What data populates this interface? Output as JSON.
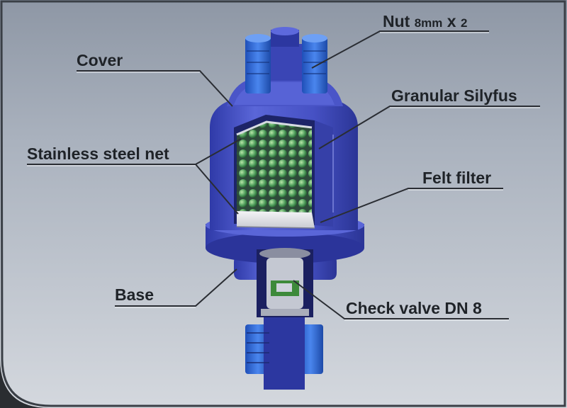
{
  "labels": {
    "nut_main": "Nut ",
    "nut_size": "8mm",
    "nut_times": " x ",
    "nut_count": "2",
    "cover": "Cover",
    "granular": "Granular Silyfus",
    "stainless": "Stainless steel net",
    "felt": "Felt filter",
    "base": "Base",
    "check_valve": "Check valve DN 8"
  },
  "colors": {
    "body_blue": "#4a55c8",
    "fitting_blue": "#3c6fd8",
    "media_green": "#3f8f52",
    "felt_white": "#e8e8ea",
    "leader": "#2a2d33",
    "background": "#b5bcc7"
  }
}
